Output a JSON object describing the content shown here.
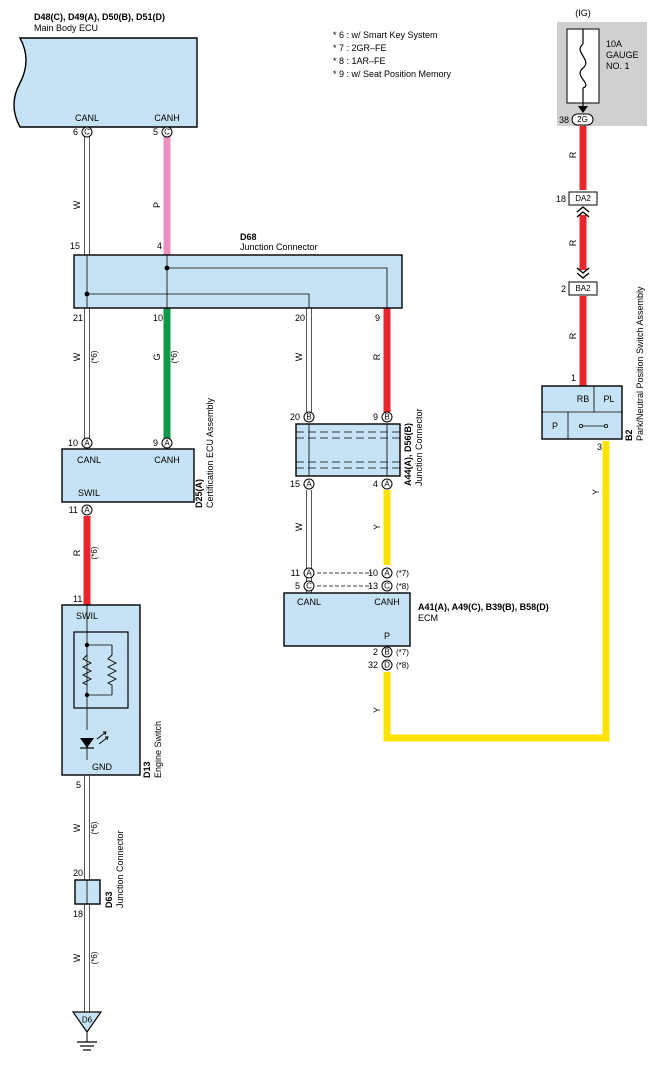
{
  "colors": {
    "box_fill": "#c6e3f5",
    "wire_red": "#e8262c",
    "wire_yellow": "#ffe100",
    "wire_green": "#0a9a49",
    "wire_pink": "#ee8fc0",
    "fuse_block": "#d0d0d0"
  },
  "notes": [
    "* 6 : w/ Smart Key System",
    "* 7 : 2GR–FE",
    "* 8 : 1AR–FE",
    "* 9 : w/ Seat Position Memory"
  ],
  "main_body_ecu": {
    "codes": "D48(C), D49(A), D50(B), D51(D)",
    "name": "Main Body ECU",
    "canl": "CANL",
    "canh": "CANH",
    "pin_canl": "6",
    "term_canl": "C",
    "pin_canh": "5",
    "term_canh": "C"
  },
  "fuse": {
    "ig": "(IG)",
    "line1": "10A",
    "line2": "GAUGE",
    "line3": "NO. 1",
    "pin": "38",
    "terminal": "2G"
  },
  "connectors": {
    "da2": {
      "pin": "18",
      "label": "DA2"
    },
    "ba2": {
      "pin": "2",
      "label": "BA2"
    }
  },
  "d68": {
    "code": "D68",
    "name": "Junction Connector",
    "pins": [
      "15",
      "4",
      "21",
      "10",
      "20",
      "9"
    ]
  },
  "d25": {
    "code": "D25(A)",
    "name": "Certification ECU Assembly",
    "canl": "CANL",
    "canh": "CANH",
    "swil": "SWIL",
    "pin_canl": "10",
    "pin_canh": "9",
    "pin_swil": "11",
    "term": "A"
  },
  "a44": {
    "code": "A44(A), D56(B)",
    "name": "Junction Connector",
    "pins": [
      "20",
      "9",
      "15",
      "4"
    ],
    "terms": [
      "B",
      "B",
      "A",
      "A"
    ]
  },
  "ecm": {
    "code": "A41(A), A49(C), B39(B), B58(D)",
    "name": "ECM",
    "canl": "CANL",
    "canh": "CANH",
    "p": "P",
    "pins_left": [
      "11",
      "5"
    ],
    "terms_left": [
      "A",
      "C"
    ],
    "pins_right": [
      "10",
      "13"
    ],
    "terms_right": [
      "A",
      "C"
    ],
    "notes_right": [
      "(*7)",
      "(*8)"
    ],
    "pins_bottom": [
      "2",
      "32"
    ],
    "terms_bottom": [
      "B",
      "D"
    ],
    "notes_bottom": [
      "(*7)",
      "(*8)"
    ]
  },
  "b2": {
    "code": "B2",
    "name": "Park/Neutral Position Switch Assembly",
    "rb": "RB",
    "pl": "PL",
    "p": "P",
    "pin1": "1",
    "pin3": "3"
  },
  "d13": {
    "code": "D13",
    "name": "Engine Switch",
    "swil": "SWIL",
    "gnd": "GND",
    "pin_top": "11",
    "pin_bottom": "5"
  },
  "d63": {
    "code": "D63",
    "name": "Junction Connector",
    "pin_top": "20",
    "pin_bottom": "18"
  },
  "ground": {
    "label": "D6"
  },
  "wires": {
    "w": "W",
    "p": "P",
    "g": "G",
    "r": "R",
    "y": "Y",
    "note6": "(*6)"
  }
}
